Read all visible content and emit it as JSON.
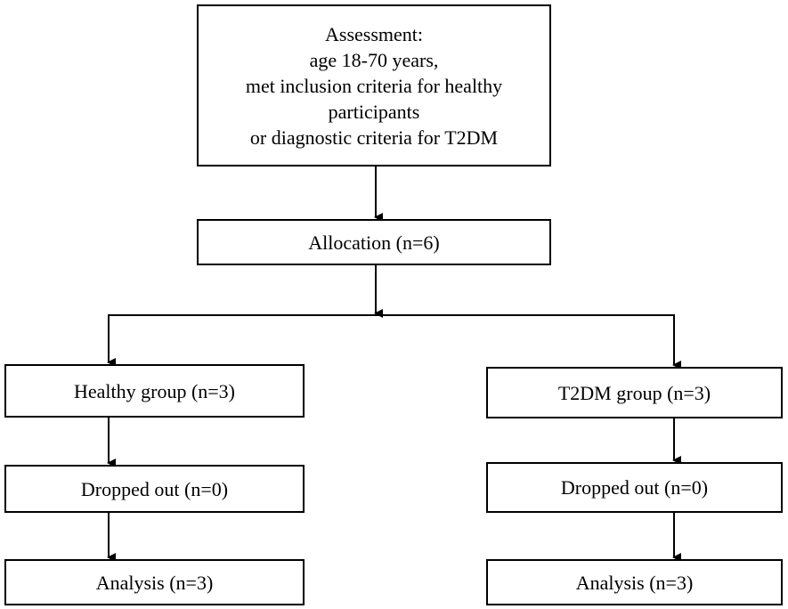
{
  "flowchart": {
    "assessment": {
      "lines": [
        "Assessment:",
        "age 18-70 years,",
        "met inclusion criteria for healthy",
        "participants",
        "or diagnostic criteria for T2DM"
      ]
    },
    "allocation": "Allocation (n=6)",
    "healthy": {
      "group": "Healthy group (n=3)",
      "dropped": "Dropped out (n=0)",
      "analysis": "Analysis (n=3)"
    },
    "t2dm": {
      "group": "T2DM group (n=3)",
      "dropped": "Dropped out (n=0)",
      "analysis": "Analysis (n=3)"
    }
  }
}
